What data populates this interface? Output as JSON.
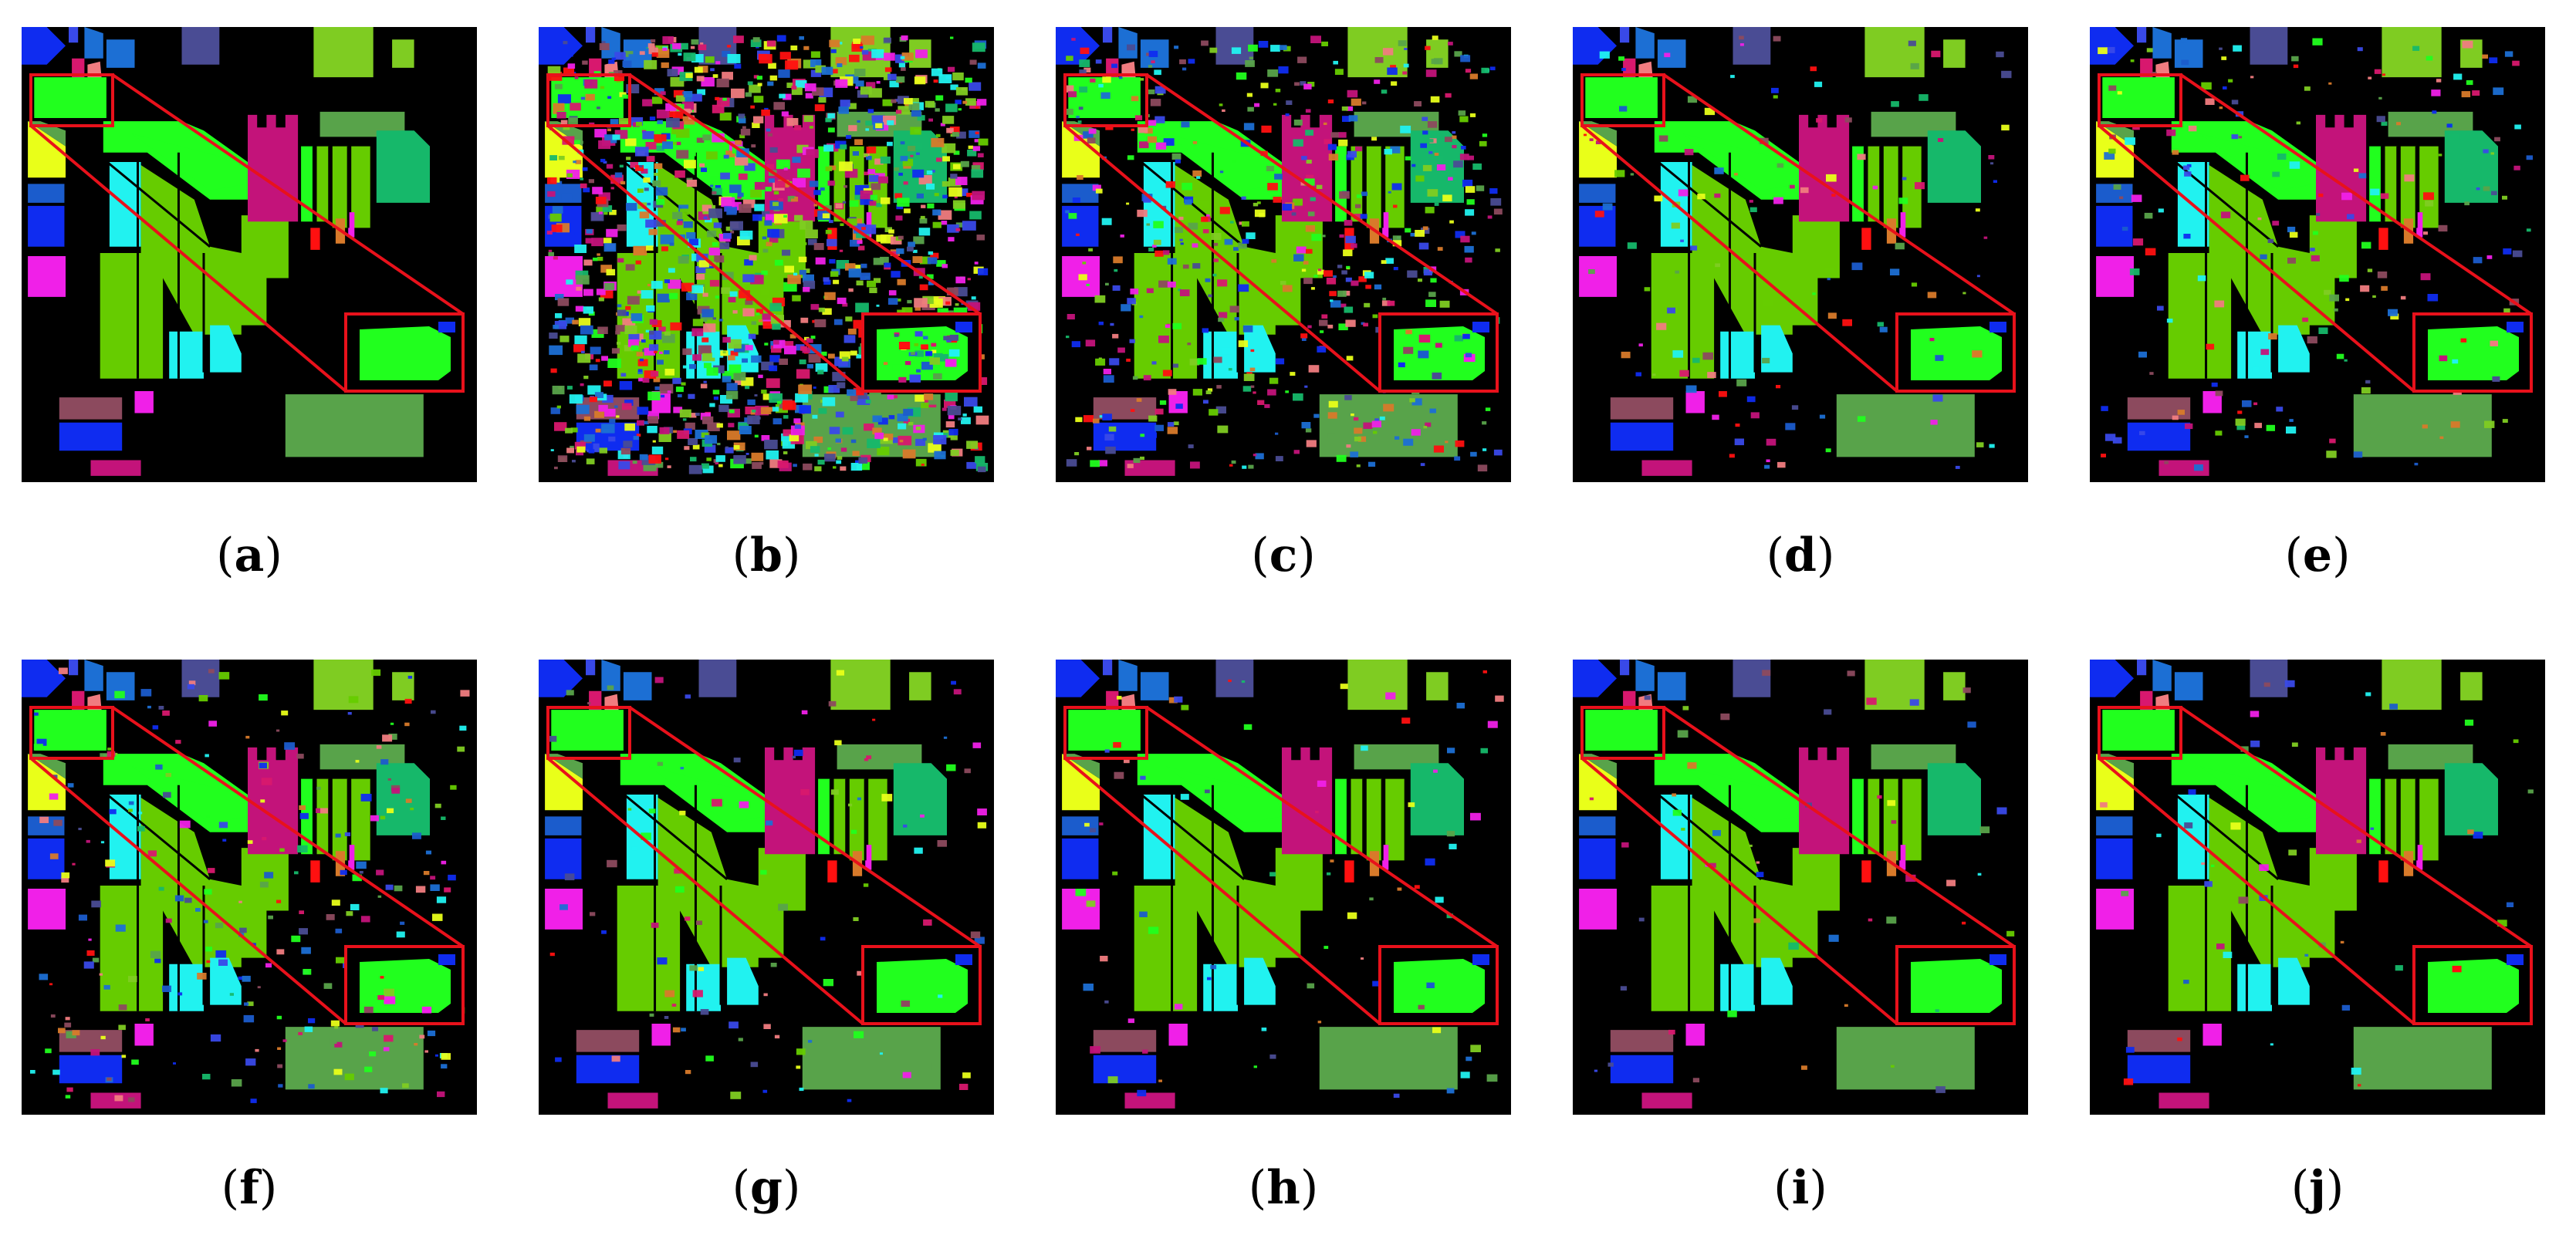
{
  "figure": {
    "panels": [
      {
        "id": "a",
        "open": "(",
        "letter": "a",
        "close": ")",
        "noise": 0.0
      },
      {
        "id": "b",
        "open": "(",
        "letter": "b",
        "close": ")",
        "noise": 0.55
      },
      {
        "id": "c",
        "open": "(",
        "letter": "c",
        "close": ")",
        "noise": 0.22
      },
      {
        "id": "d",
        "open": "(",
        "letter": "d",
        "close": ")",
        "noise": 0.05
      },
      {
        "id": "e",
        "open": "(",
        "letter": "e",
        "close": ")",
        "noise": 0.08
      },
      {
        "id": "f",
        "open": "(",
        "letter": "f",
        "close": ")",
        "noise": 0.1
      },
      {
        "id": "g",
        "open": "(",
        "letter": "g",
        "close": ")",
        "noise": 0.04
      },
      {
        "id": "h",
        "open": "(",
        "letter": "h",
        "close": ")",
        "noise": 0.03
      },
      {
        "id": "i",
        "open": "(",
        "letter": "i",
        "close": ")",
        "noise": 0.02
      },
      {
        "id": "j",
        "open": "(",
        "letter": "j",
        "close": ")",
        "noise": 0.02
      }
    ],
    "colors": {
      "background": "#000000",
      "highlight_box": "#e8111b",
      "classes": [
        "#0f2cf0",
        "#3949e8",
        "#d8186e",
        "#f07c80",
        "#1c6fd4",
        "#4a4c94",
        "#7fcc22",
        "#58a34a",
        "#21ff1e",
        "#c3137a",
        "#e9ff19",
        "#1b5ccc",
        "#21f2f0",
        "#f020e8",
        "#8c4a5e",
        "#16b86a",
        "#ff1010",
        "#d87a2a",
        "#66cc00"
      ]
    }
  }
}
